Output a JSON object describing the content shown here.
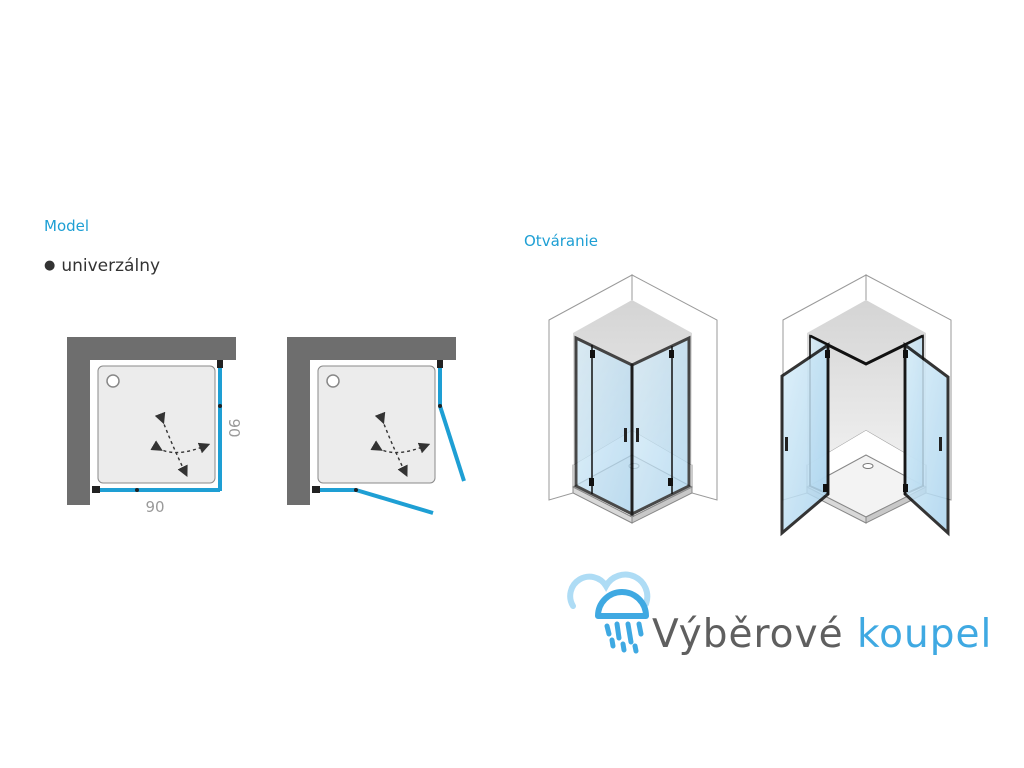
{
  "model": {
    "heading": "Model",
    "bullet": "●",
    "item": "univerzálny"
  },
  "opening": {
    "heading": "Otváranie"
  },
  "plan": {
    "dimension_width": "90",
    "dimension_depth": "90"
  },
  "logo": {
    "word1": "Výběrové",
    "word2": "koupel"
  },
  "colors": {
    "accent": "#1e9fd4",
    "wall": "#6e6e6e",
    "tray": "#e9e9e9",
    "glass": "#c6e3f3",
    "logo_blue": "#3fa9e2",
    "logo_gray": "#5f5f5f"
  }
}
